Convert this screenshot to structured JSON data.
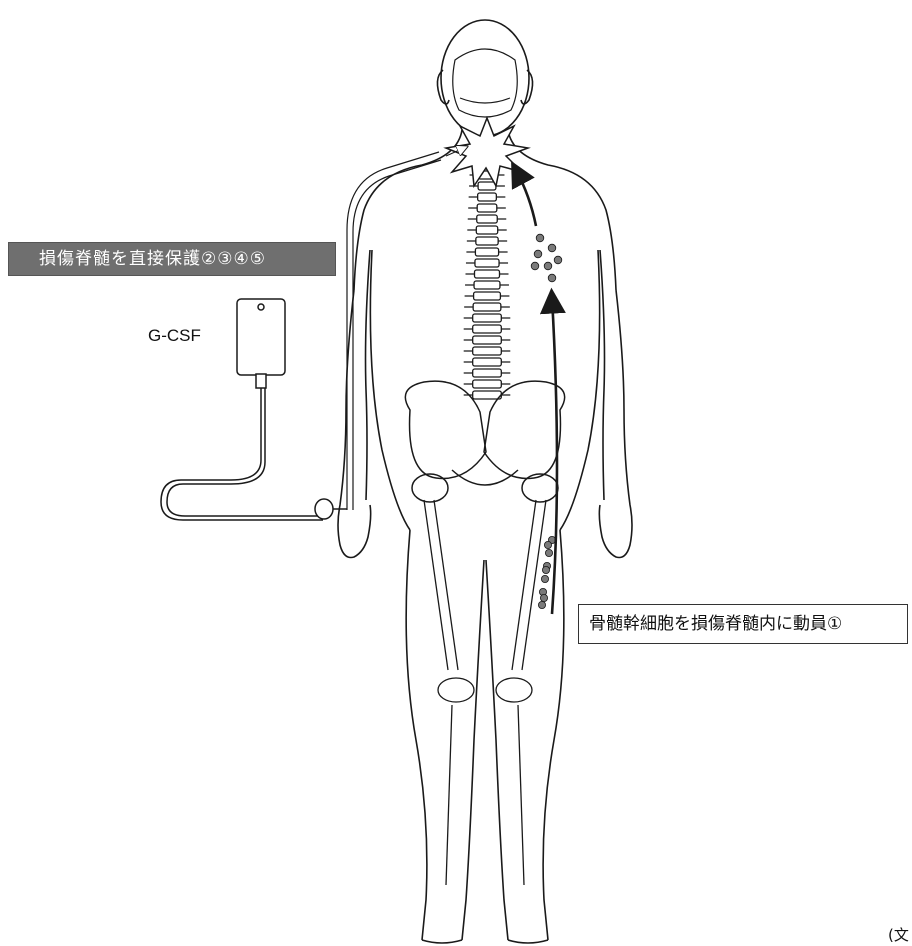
{
  "labels": {
    "protect": "損傷脊髄を直接保護②③④⑤",
    "mobilize": "骨髄幹細胞を損傷脊髄内に動員①",
    "drug": "G-CSF",
    "source": "(文"
  },
  "colors": {
    "line": "#1a1a1a",
    "cells": "#7a7a7a",
    "label_bg": "#6f6f6f"
  },
  "icons": [
    "iv-bag-icon",
    "injury-burst-icon",
    "arrow-icon"
  ]
}
